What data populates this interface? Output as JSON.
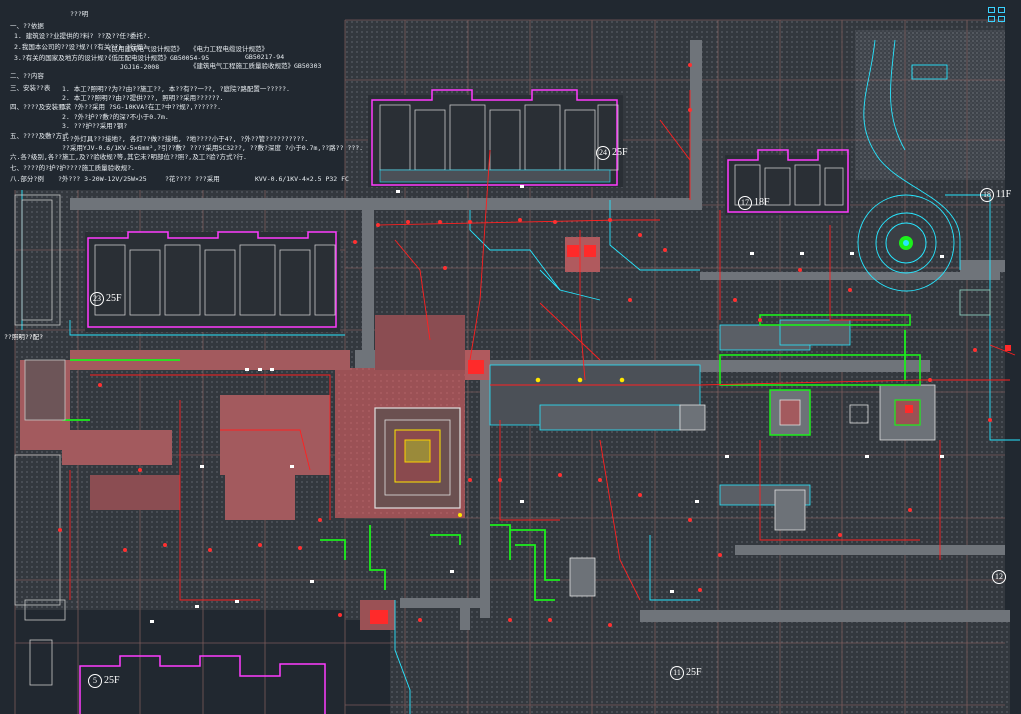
{
  "title": "???明",
  "notes": [
    "一、??依据",
    "1. 建筑设??业提供的?料? ??及??任?委托?.",
    "2.我国本公司的??设?规?(?有关??) ?行规?.",
    "3.?有关的国家及地方的设计规?.",
    "二、??内容",
    "三、安装??表",
    "四、????及安装要求",
    "五、????及敷?方式",
    "六.各?级别,各??施工,及??验收规?等,其它未?明部位??照?,及工?验?方式?行.",
    "七、????的?护?护????施工质量验收规?.",
    "八.部分?例"
  ],
  "notes_extra": [
    "《民用建筑电气设计规范》",
    "JGJ16-2008",
    "《电力工程电缆设计规范》",
    "GB50217-94",
    "《低压配电设计规范》GB50054-95",
    "《建筑电气工程施工质量验收规范》GB50303",
    "1. 本工?照明??为??由??施工??, 本??有??一??, ?庭院?路配置一?????.",
    "2. 本工??照明??由??提供???, 照明??采用??????.",
    "1. ?外??采用 ?SG-10KVA?在工?中??规?,??????.",
    "2. ?外?护??敷?的深?不小于0.7m.",
    "3. ???护??采用?钢?",
    "1.?外灯具???接地?, 各灯??做??接地, ?地????小于4?, ?外??管??????????.",
    "??采用YJV-0.6/1KV-5×6mm²,?引??敷? ????采用SC32??, ??敷?深度 ?小于0.7m,??路?? ???.",
    "?外??? 3-20W-12V/25W×25",
    "?花???? ???采用",
    "KVV-0.6/1KV-4×2.5 P32 FC"
  ],
  "building_tags": [
    {
      "num": "24",
      "label": "25F"
    },
    {
      "num": "17",
      "label": "18F"
    },
    {
      "num": "18",
      "label": "11F"
    },
    {
      "num": "23",
      "label": "25F"
    },
    {
      "num": "12",
      "label": ""
    },
    {
      "num": "11",
      "label": "25F"
    },
    {
      "num": "5",
      "label": "25F"
    }
  ],
  "side_note": "??照明??配?",
  "colors": {
    "background": "#212830",
    "grid": "#7a5a5a",
    "paving": "#5a5f66",
    "road": "#6f747a",
    "plaza": "#a35a5e",
    "building_outline": "#ff3cff",
    "building_wall": "#c8c8c8",
    "cyan_line": "#27e6ff",
    "green_line": "#1cf01c",
    "red_cable": "#ff2020",
    "white_text": "#ffffff",
    "yellow": "#ffe600"
  },
  "icons": {
    "nav": "viewcube-icon"
  }
}
